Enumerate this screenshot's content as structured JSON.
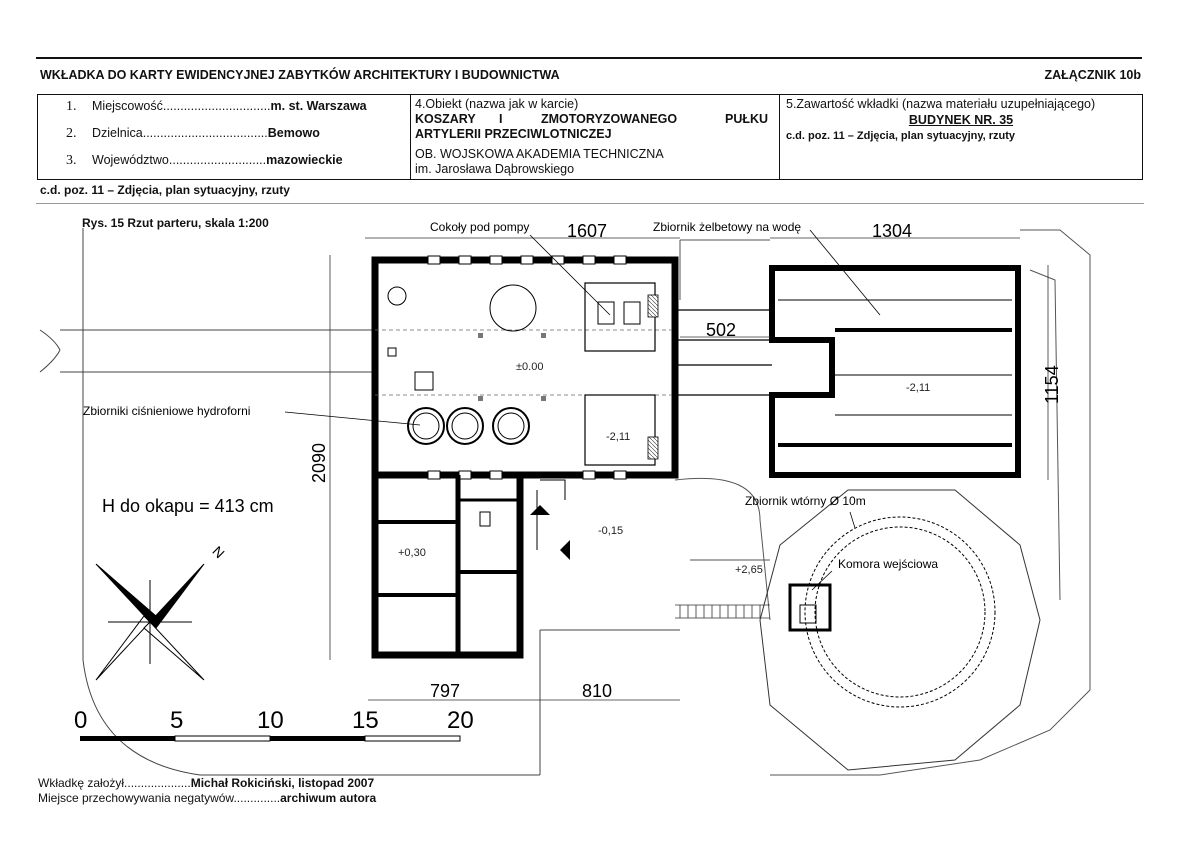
{
  "header": {
    "title": "WKŁADKA DO KARTY EWIDENCYJNEJ ZABYTKÓW ARCHITEKTURY I BUDOWNICTWA",
    "attachment": "ZAŁĄCZNIK 10b"
  },
  "info": {
    "rows": [
      {
        "num": "1.",
        "label": "Miejscowość",
        "dots": "...............................",
        "value": "m. st. Warszawa"
      },
      {
        "num": "2.",
        "label": "Dzielnica",
        "dots": "....................................",
        "value": "Bemowo"
      },
      {
        "num": "3.",
        "label": "Województwo",
        "dots": "............................",
        "value": "mazowieckie"
      }
    ],
    "object": {
      "heading": "4.Obiekt (nazwa jak w karcie)",
      "line1_a": "KOSZARY",
      "line1_b": "I",
      "line1_c": "ZMOTORYZOWANEGO",
      "line1_d": "PUŁKU",
      "line2": "ARTYLERII PRZECIWLOTNICZEJ",
      "line3": "OB. WOJSKOWA AKADEMIA TECHNICZNA",
      "line4": "im. Jarosława Dąbrowskiego"
    },
    "contents": {
      "heading": "5.Zawartość wkładki (nazwa materiału uzupełniającego)",
      "building": "BUDYNEK NR. 35",
      "desc": "c.d. poz. 11 – Zdjęcia, plan sytuacyjny, rzuty"
    }
  },
  "subtitle": "c.d. poz. 11 – Zdjęcia, plan sytuacyjny, rzuty",
  "drawing": {
    "caption": "Rys. 15  Rzut parteru,  skala 1:200",
    "labels": {
      "cokoly": "Cokoły pod pompy",
      "zbiornik_zelbet": "Zbiornik żelbetowy na wodę",
      "hydrofory": "Zbiorniki ciśnieniowe hydroforni",
      "zbiornik_wtorny": "Zbiornik wtórny Ø 10m",
      "komora": "Komora wejściowa",
      "okap": "H do okapu = 413 cm",
      "north": "N"
    },
    "dims": {
      "d1607": "1607",
      "d1304": "1304",
      "d502": "502",
      "d1154": "1154",
      "d2090": "2090",
      "d797": "797",
      "d810": "810"
    },
    "levels": {
      "l000": "±0.00",
      "l211a": "-2,11",
      "l211b": "-2,11",
      "l015": "-0,15",
      "l030": "+0,30",
      "l265": "+2,65"
    },
    "scale": [
      "0",
      "5",
      "10",
      "15",
      "20"
    ]
  },
  "footer": {
    "author_label": "Wkładkę założył",
    "author_dots": "....................",
    "author_value": "Michał Rokiciński, listopad 2007",
    "storage_label": "Miejsce przechowywania negatywów",
    "storage_dots": "..............",
    "storage_value": "archiwum autora"
  }
}
